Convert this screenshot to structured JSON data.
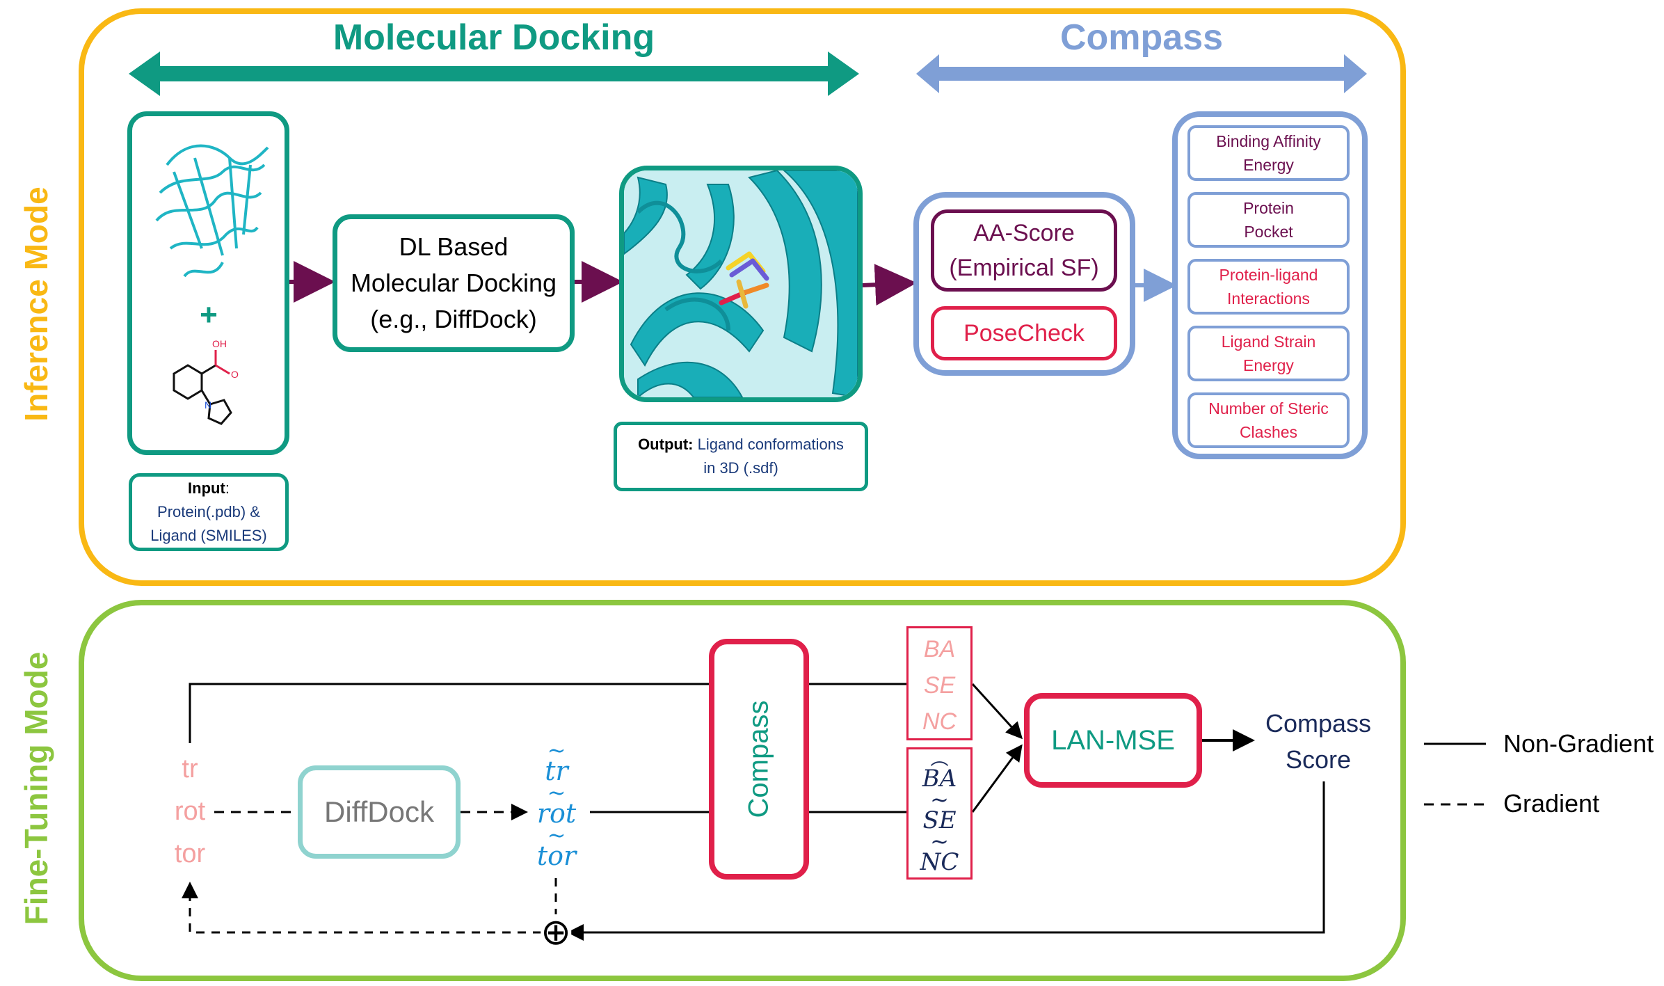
{
  "inference": {
    "mode_label": "Inference Mode",
    "molecular_docking_title": "Molecular Docking",
    "compass_title": "Compass",
    "input_label": {
      "bold": "Input",
      "rest": ":",
      "line2": "Protein(.pdb) &",
      "line3": "Ligand (SMILES)"
    },
    "plus_sign": "+",
    "docking_box": {
      "line1": "DL Based",
      "line2": "Molecular Docking",
      "line3": "(e.g., DiffDock)"
    },
    "output_label": {
      "bold": "Output:",
      "rest": " Ligand conformations",
      "line2": "in 3D (.sdf)"
    },
    "aa_score": {
      "line1": "AA-Score",
      "line2": "(Empirical SF)"
    },
    "posecheck": "PoseCheck",
    "metrics": [
      {
        "line1": "Binding Affinity",
        "line2": "Energy",
        "color": "#6b0f4f"
      },
      {
        "line1": "Protein",
        "line2": "Pocket",
        "color": "#6b0f4f"
      },
      {
        "line1": "Protein-ligand",
        "line2": "Interactions",
        "color": "#e0204a"
      },
      {
        "line1": "Ligand Strain",
        "line2": "Energy",
        "color": "#e0204a"
      },
      {
        "line1": "Number of Steric",
        "line2": "Clashes",
        "color": "#e0204a"
      }
    ],
    "molecule_atoms": {
      "oh": "OH",
      "o": "O",
      "n": "N"
    }
  },
  "finetune": {
    "mode_label": "Fine-Tuning Mode",
    "inputs": [
      "tr",
      "rot",
      "tor"
    ],
    "diffdock": "DiffDock",
    "outputs": [
      "tr",
      "rot",
      "tor"
    ],
    "compass": "Compass",
    "pred_terms": [
      "BA",
      "SE",
      "NC"
    ],
    "true_terms": [
      "BA",
      "SE",
      "NC"
    ],
    "lan_mse": "LAN-MSE",
    "score": {
      "line1": "Compass",
      "line2": "Score"
    },
    "add_symbol": "⊕",
    "legend": {
      "solid": "Non-Gradient",
      "dashed": "Gradient"
    }
  },
  "colors": {
    "inference_border": "#f9b814",
    "finetune_border": "#8cc63f",
    "teal": "#0f9a82",
    "compass_blue": "#7f9fd6",
    "maroon": "#6b0f4f",
    "red": "#e0204a",
    "pink": "#f4a0a0",
    "cyan_text": "#1a8fd6",
    "navy": "#1a2a5a"
  }
}
